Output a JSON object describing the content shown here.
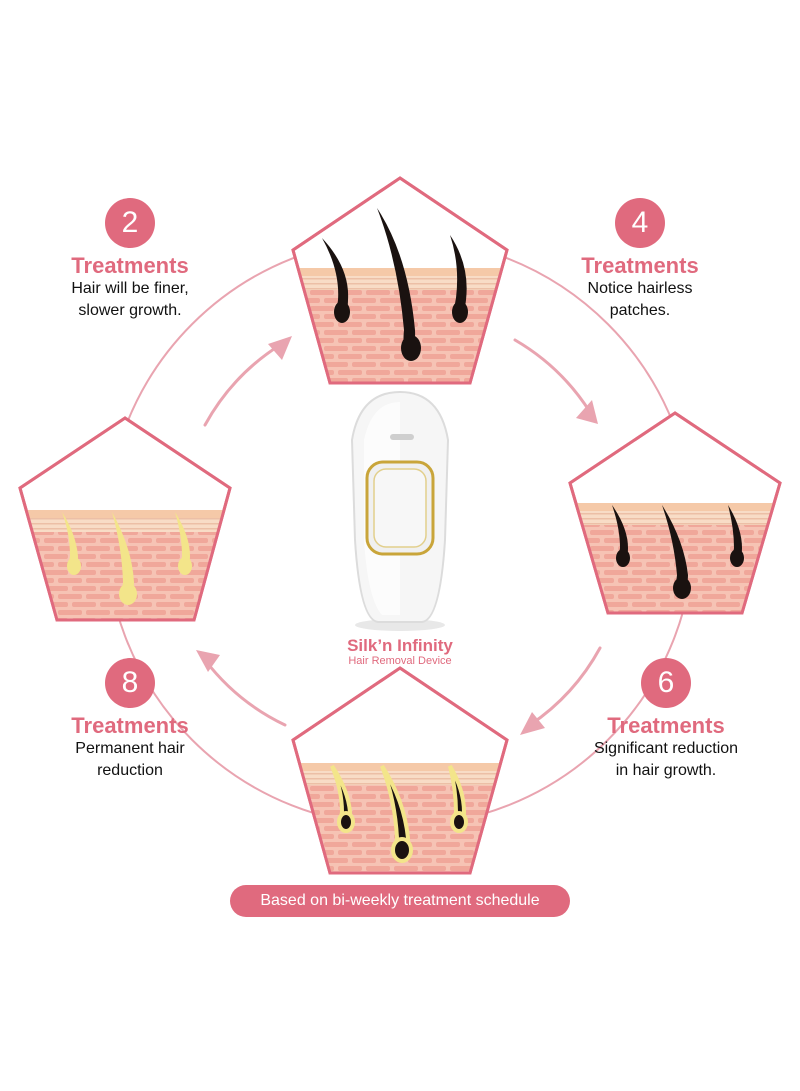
{
  "colors": {
    "accent": "#e06a7e",
    "skin": "#f6c3b4",
    "skin_dark": "#f0a79a",
    "hair_dark": "#1a1210",
    "hair_light": "#f3e58a"
  },
  "device": {
    "name": "Silk’n Infinity",
    "subtitle": "Hair Removal Device"
  },
  "stages": [
    {
      "number": "2",
      "label": "Treatments",
      "description": "Hair will be finer,\nslower growth.",
      "hair": "dark-thick"
    },
    {
      "number": "4",
      "label": "Treatments",
      "description": "Notice hairless\npatches.",
      "hair": "dark-medium"
    },
    {
      "number": "6",
      "label": "Treatments",
      "description": "Significant reduction\nin hair growth.",
      "hair": "yellow-outline"
    },
    {
      "number": "8",
      "label": "Treatments",
      "description": "Permanent hair\nreduction",
      "hair": "light"
    }
  ],
  "footer": {
    "note": "Based on bi-weekly treatment schedule"
  },
  "icons": [
    "arrow-icon",
    "skin-cross-section-icon",
    "hair-follicle-icon"
  ]
}
